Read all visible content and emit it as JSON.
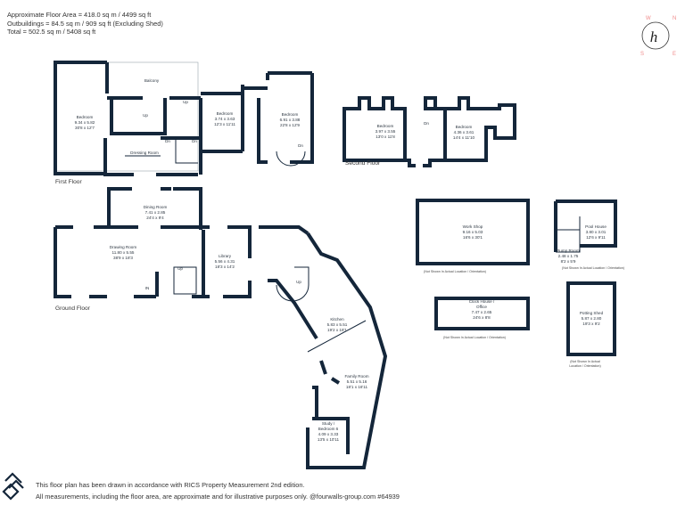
{
  "summary": {
    "floor_area": "Approximate Floor Area = 418.0 sq m / 4499 sq ft",
    "outbuildings": "Outbuildings = 84.5 sq m / 909 sq ft (Excluding Shed)",
    "total": "Total = 502.5 sq m / 5408 sq ft"
  },
  "compass": {
    "w": "W",
    "n": "N",
    "s": "S",
    "e": "E",
    "monogram": "h",
    "accent": "#f08a8a"
  },
  "floors": {
    "first": "First Floor",
    "second": "Second Floor",
    "ground": "Ground Floor"
  },
  "first_floor": {
    "balcony": "Balcony",
    "bedroom1": {
      "name": "Bedroom",
      "metric": "9.34 x 5.82",
      "imperial": "30'8 x 12'7"
    },
    "bedroom2": {
      "name": "Bedroom",
      "metric": "3.74 x 3.63",
      "imperial": "12'3 x 11'11"
    },
    "bedroom3": {
      "name": "Bedroom",
      "metric": "6.91 x 3.88",
      "imperial": "22'8 x 12'9"
    },
    "dressing": "Dressing Room",
    "marks": {
      "up": "Up",
      "dn": "Dn"
    }
  },
  "second_floor": {
    "bedroom1": {
      "name": "Bedroom",
      "metric": "3.97 x 3.55",
      "imperial": "13'0 x 11'8"
    },
    "bedroom2": {
      "name": "Bedroom",
      "metric": "4.36 x 3.61",
      "imperial": "14'4 x 11'10"
    },
    "dn": "Dn"
  },
  "ground_floor": {
    "dining": {
      "name": "Dining Room",
      "metric": "7.41 x 2.85",
      "imperial": "24'4 x 9'4"
    },
    "drawing": {
      "name": "Drawing Room",
      "metric": "11.80 x 5.55",
      "imperial": "38'9 x 18'3"
    },
    "library": {
      "name": "Library",
      "metric": "5.56 x 4.31",
      "imperial": "18'3 x 14'2"
    },
    "kitchen": {
      "name": "Kitchen",
      "metric": "5.83 x 5.51",
      "imperial": "19'2 x 18'1"
    },
    "family": {
      "name": "Family Room",
      "metric": "5.51 x 5.16",
      "imperial": "18'1 x 16'11"
    },
    "study": {
      "name": "Study /",
      "name2": "Bedroom 6",
      "metric": "4.09 x 3.33",
      "imperial": "13'5 x 10'11"
    },
    "up": "Up",
    "in": "IN"
  },
  "outbuildings": {
    "workshop": {
      "name": "Work Shop",
      "metric": "9.16 x 5.03",
      "imperial": "16'6 x 30'1",
      "note": "(Not Shown In Actual Location / Orientation)"
    },
    "pool": {
      "name": "Pool House",
      "metric": "3.80 x 3.01",
      "imperial": "12'6 x 9'11"
    },
    "pump": {
      "name": "Pump Room",
      "metric": "2.48 x 1.75",
      "imperial": "8'2 x 5'9"
    },
    "pool_note": "(Not Shown In Actual Location / Orientation)",
    "clock": {
      "name": "Clock House /",
      "name2": "Office",
      "metric": "7.47 x 2.65",
      "imperial": "24'6 x 8'8",
      "note": "(Not Shown In Actual Location / Orientation)"
    },
    "potting": {
      "name": "Potting Shed",
      "metric": "5.87 x 2.80",
      "imperial": "19'3 x 9'2",
      "note1": "(Not Shown In Actual",
      "note2": "Location / Orientation)"
    }
  },
  "footer": {
    "line1": "This floor plan has been drawn in accordance with RICS Property Measurement 2nd edition.",
    "line2": "All measurements, including the floor area, are approximate and for illustrative purposes only. @fourwalls-group.com #64939"
  }
}
